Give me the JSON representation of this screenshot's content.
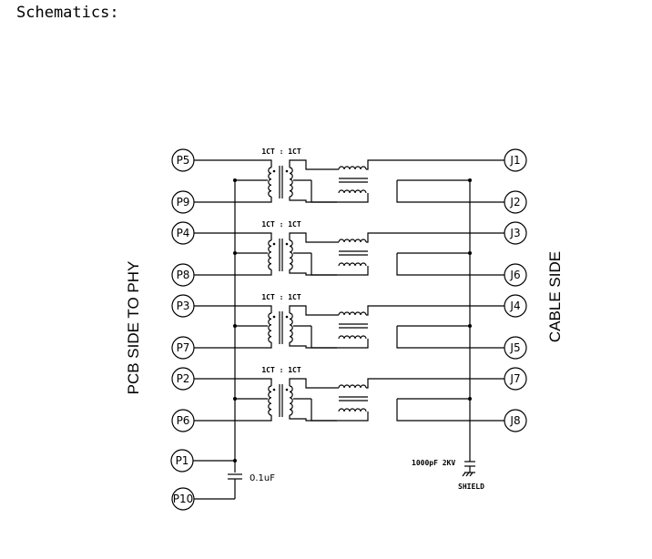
{
  "heading": "Schematics:",
  "side_labels": {
    "left": "PCB SIDE TO PHY",
    "right": "CABLE SIDE"
  },
  "channels": [
    {
      "ratio": "1CT : 1CT",
      "pcb_top": "P5",
      "pcb_bottom": "P9",
      "cable_top": "J1",
      "cable_bottom": "J2"
    },
    {
      "ratio": "1CT : 1CT",
      "pcb_top": "P4",
      "pcb_bottom": "P8",
      "cable_top": "J3",
      "cable_bottom": "J6"
    },
    {
      "ratio": "1CT : 1CT",
      "pcb_top": "P3",
      "pcb_bottom": "P7",
      "cable_top": "J4",
      "cable_bottom": "J5"
    },
    {
      "ratio": "1CT : 1CT",
      "pcb_top": "P2",
      "pcb_bottom": "P6",
      "cable_top": "J7",
      "cable_bottom": "J8"
    }
  ],
  "extra_pins": {
    "p1": "P1",
    "p10": "P10"
  },
  "capacitors": {
    "pcb_cap": "0.1uF",
    "shield_cap": "1000pF 2KV"
  },
  "shield_label": "SHIELD"
}
